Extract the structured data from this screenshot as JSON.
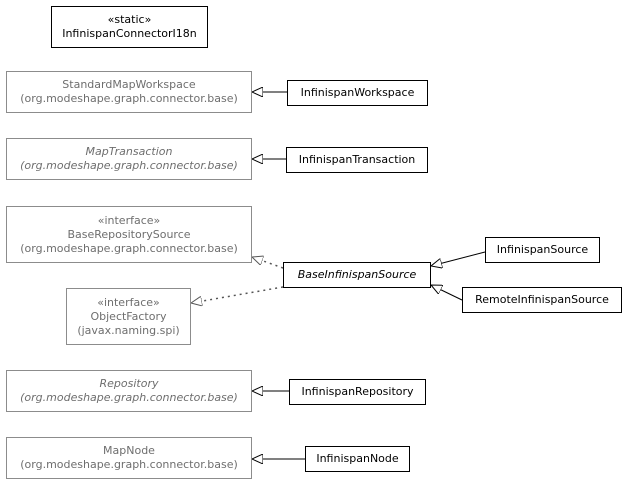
{
  "classes": {
    "i18n": {
      "stereotype": "«static»",
      "name": "InfinispanConnectorI18n"
    },
    "standard_map_workspace": {
      "name": "StandardMapWorkspace",
      "package": "(org.modeshape.graph.connector.base)"
    },
    "infinispan_workspace": {
      "name": "InfinispanWorkspace"
    },
    "map_transaction": {
      "name": "MapTransaction",
      "package": "(org.modeshape.graph.connector.base)"
    },
    "infinispan_transaction": {
      "name": "InfinispanTransaction"
    },
    "base_repository_source": {
      "stereotype": "«interface»",
      "name": "BaseRepositorySource",
      "package": "(org.modeshape.graph.connector.base)"
    },
    "base_infinispan_source": {
      "name": "BaseInfinispanSource"
    },
    "infinispan_source": {
      "name": "InfinispanSource"
    },
    "remote_infinispan_source": {
      "name": "RemoteInfinispanSource"
    },
    "object_factory": {
      "stereotype": "«interface»",
      "name": "ObjectFactory",
      "package": "(javax.naming.spi)"
    },
    "repository": {
      "name": "Repository",
      "package": "(org.modeshape.graph.connector.base)"
    },
    "infinispan_repository": {
      "name": "InfinispanRepository"
    },
    "map_node": {
      "name": "MapNode",
      "package": "(org.modeshape.graph.connector.base)"
    },
    "infinispan_node": {
      "name": "InfinispanNode"
    }
  },
  "colors": {
    "local_border": "#000000",
    "external_border": "#8c8c8c",
    "external_text": "#6e6e6e",
    "arrow": "#555555"
  }
}
